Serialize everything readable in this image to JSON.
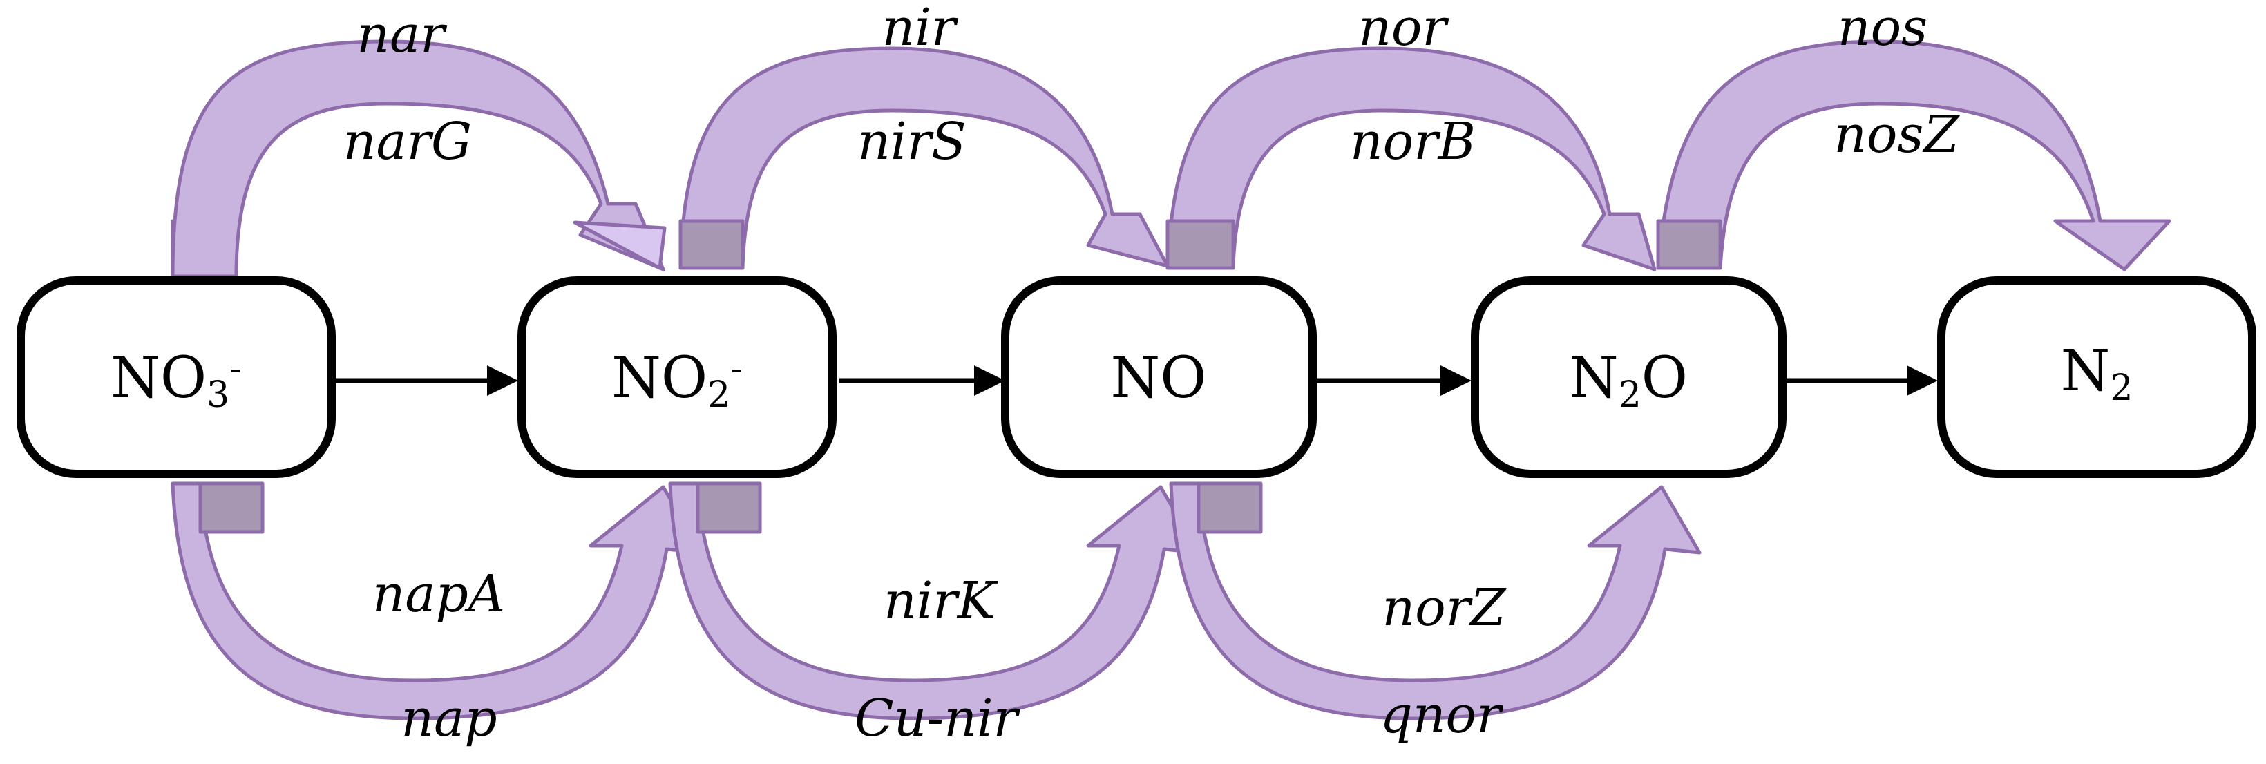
{
  "nodes": [
    {
      "id": "no3",
      "base": "NO",
      "sub": "3",
      "sup": "-"
    },
    {
      "id": "no2",
      "base": "NO",
      "sub": "2",
      "sup": "-"
    },
    {
      "id": "no",
      "base": "NO",
      "sub": "",
      "sup": ""
    },
    {
      "id": "n2o",
      "base": "N",
      "sub": "2",
      "rest": "O"
    },
    {
      "id": "n2",
      "base": "N",
      "sub": "2",
      "sup": ""
    }
  ],
  "top_labels": [
    {
      "outer": "nar",
      "inner": "narG"
    },
    {
      "outer": "nir",
      "inner": "nirS"
    },
    {
      "outer": "nor",
      "inner": "norB"
    },
    {
      "outer": "nos",
      "inner": "nosZ"
    }
  ],
  "bottom_labels": [
    {
      "inner": "napA",
      "outer": "nap"
    },
    {
      "inner": "nirK",
      "outer": "Cu-nir"
    },
    {
      "inner": "norZ",
      "outer": "qnor"
    }
  ],
  "colors": {
    "arc_fill": "#c9b4e0",
    "arc_head": "#d9c6f1",
    "arc_tail": "#a897b3",
    "arc_stroke": "#8e6cab",
    "box_stroke": "#000000"
  }
}
